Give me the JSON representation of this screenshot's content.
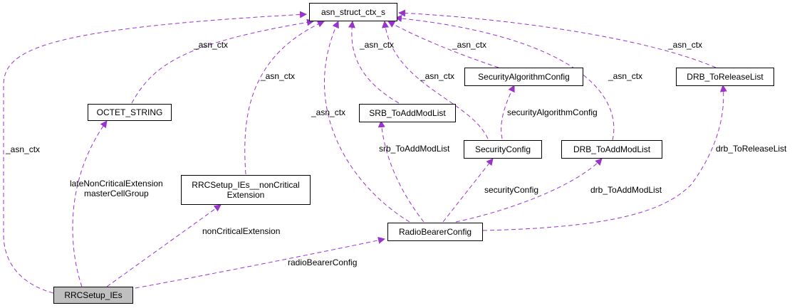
{
  "colors": {
    "edge": "#9a32cd",
    "root_fill": "#bfbfbf",
    "node_fill": "#ffffff",
    "node_border": "#000000"
  },
  "nodes": {
    "asn_struct_ctx_s": "asn_struct_ctx_s",
    "octet_string": "OCTET_STRING",
    "rrcsetup_ies_nce": [
      "RRCSetup_IEs__nonCritical",
      "Extension"
    ],
    "rrcsetup_ies": "RRCSetup_IEs",
    "radio_bearer_config": "RadioBearerConfig",
    "srb_to_add_mod_list": "SRB_ToAddModList",
    "security_algorithm_config": "SecurityAlgorithmConfig",
    "security_config": "SecurityConfig",
    "drb_to_add_mod_list": "DRB_ToAddModList",
    "drb_to_release_list": "DRB_ToReleaseList"
  },
  "edge_labels": {
    "asn_ctx": "_asn_ctx",
    "late_non_critical": [
      "lateNonCriticalExtension",
      "masterCellGroup"
    ],
    "non_critical_extension": "nonCriticalExtension",
    "radio_bearer_config": "radioBearerConfig",
    "srb_to_add_mod_list": "srb_ToAddModList",
    "security_config": "securityConfig",
    "security_algorithm_config": "securityAlgorithmConfig",
    "drb_to_add_mod_list": "drb_ToAddModList",
    "drb_to_release_list": "drb_ToReleaseList"
  }
}
